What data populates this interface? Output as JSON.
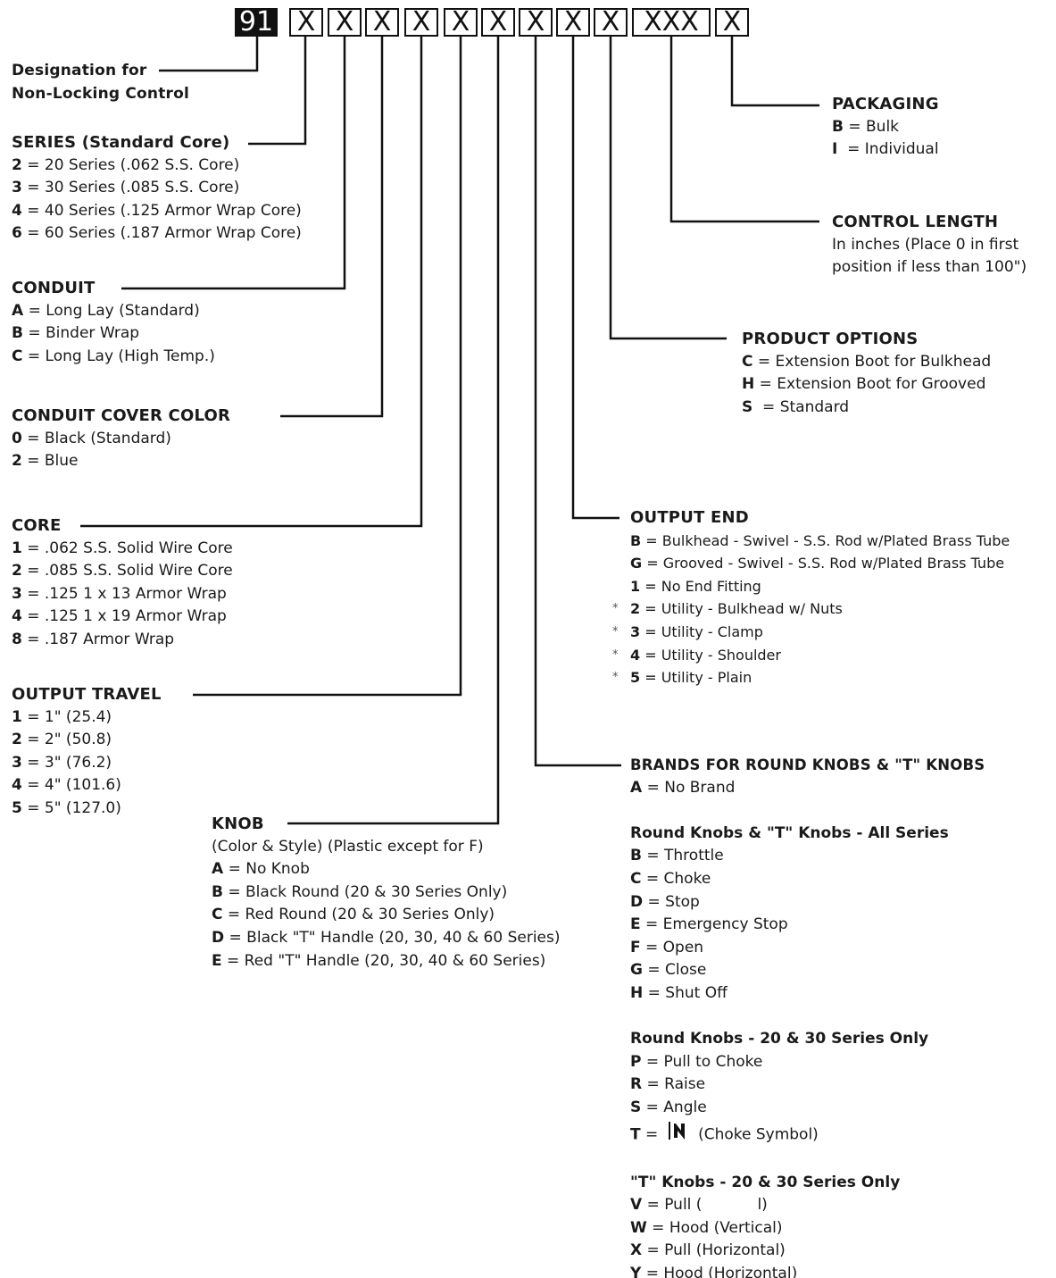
{
  "code_boxes": [
    {
      "label": "91",
      "dark": true
    },
    {
      "label": "X"
    },
    {
      "label": "X"
    },
    {
      "label": "X"
    },
    {
      "label": "X"
    },
    {
      "label": "X"
    },
    {
      "label": "X"
    },
    {
      "label": "X"
    },
    {
      "label": "X"
    },
    {
      "label": "X"
    },
    {
      "label": "XXX"
    },
    {
      "label": "X"
    }
  ],
  "designation": {
    "line1": "Designation for",
    "line2": "Non-Locking Control"
  },
  "series": {
    "title": "SERIES (Standard Core)",
    "items": [
      {
        "code": "2",
        "text": " = 20 Series (.062 S.S. Core)"
      },
      {
        "code": "3",
        "text": " = 30 Series (.085 S.S. Core)"
      },
      {
        "code": "4",
        "text": " = 40 Series (.125 Armor Wrap Core)"
      },
      {
        "code": "6",
        "text": " = 60 Series (.187 Armor Wrap Core)"
      }
    ]
  },
  "conduit": {
    "title": "CONDUIT",
    "items": [
      {
        "code": "A",
        "text": " = Long Lay (Standard)"
      },
      {
        "code": "B",
        "text": " = Binder Wrap"
      },
      {
        "code": "C",
        "text": " = Long Lay (High Temp.)"
      }
    ]
  },
  "conduit_cover": {
    "title": "CONDUIT COVER COLOR",
    "items": [
      {
        "code": "0",
        "text": " = Black (Standard)"
      },
      {
        "code": "2",
        "text": " = Blue"
      }
    ]
  },
  "core": {
    "title": "CORE",
    "items": [
      {
        "code": "1",
        "text": " = .062 S.S. Solid Wire Core"
      },
      {
        "code": "2",
        "text": " = .085 S.S. Solid Wire Core"
      },
      {
        "code": "3",
        "text": " = .125 1 x 13 Armor Wrap"
      },
      {
        "code": "4",
        "text": " = .125 1 x 19 Armor Wrap"
      },
      {
        "code": "8",
        "text": " = .187 Armor Wrap"
      }
    ]
  },
  "output_travel": {
    "title": "OUTPUT TRAVEL",
    "items": [
      {
        "code": "1",
        "text": " = 1\" (25.4)"
      },
      {
        "code": "2",
        "text": " = 2\" (50.8)"
      },
      {
        "code": "3",
        "text": " = 3\" (76.2)"
      },
      {
        "code": "4",
        "text": " = 4\" (101.6)"
      },
      {
        "code": "5",
        "text": " = 5\" (127.0)"
      }
    ]
  },
  "knob": {
    "title": "KNOB",
    "subtitle": "(Color & Style) (Plastic except for F)",
    "items": [
      {
        "code": "A",
        "text": " = No Knob"
      },
      {
        "code": "B",
        "text": " = Black Round (20 & 30 Series Only)"
      },
      {
        "code": "C",
        "text": " = Red Round (20 & 30 Series Only)"
      },
      {
        "code": "D",
        "text": " = Black \"T\" Handle (20, 30, 40 & 60 Series)"
      },
      {
        "code": "E",
        "text": " = Red \"T\" Handle (20, 30, 40 & 60 Series)"
      }
    ]
  },
  "packaging": {
    "title": "PACKAGING",
    "items": [
      {
        "code": "B",
        "text": " = Bulk"
      },
      {
        "code": "I",
        "text": "  = Individual"
      }
    ]
  },
  "control_length": {
    "title": "CONTROL LENGTH",
    "line1": "In inches (Place 0 in first",
    "line2": "position if less than 100\")"
  },
  "product_options": {
    "title": "PRODUCT OPTIONS",
    "items": [
      {
        "code": "C",
        "text": " = Extension Boot for Bulkhead"
      },
      {
        "code": "H",
        "text": " = Extension Boot for Grooved"
      },
      {
        "code": "S",
        "text": "  = Standard"
      }
    ]
  },
  "output_end": {
    "title": "OUTPUT END",
    "items": [
      {
        "code": "B",
        "text": " = Bulkhead - Swivel - S.S. Rod w/Plated Brass Tube"
      },
      {
        "code": "G",
        "text": " = Grooved - Swivel - S.S. Rod w/Plated Brass Tube"
      },
      {
        "code": "1",
        "text": " = No End Fitting"
      },
      {
        "star": "*",
        "code": "2",
        "text": " = Utility - Bulkhead w/ Nuts"
      },
      {
        "star": "*",
        "code": "3",
        "text": " = Utility - Clamp"
      },
      {
        "star": "*",
        "code": "4",
        "text": " = Utility - Shoulder"
      },
      {
        "star": "*",
        "code": "5",
        "text": " = Utility - Plain"
      }
    ]
  },
  "brands": {
    "title": "BRANDS FOR ROUND KNOBS & \"T\" KNOBS",
    "item_a": {
      "code": "A",
      "text": " = No Brand"
    },
    "group1": {
      "title": "Round Knobs & \"T\" Knobs - All Series",
      "items": [
        {
          "code": "B",
          "text": " = Throttle"
        },
        {
          "code": "C",
          "text": " = Choke"
        },
        {
          "code": "D",
          "text": " = Stop"
        },
        {
          "code": "E",
          "text": " = Emergency Stop"
        },
        {
          "code": "F",
          "text": " = Open"
        },
        {
          "code": "G",
          "text": " = Close"
        },
        {
          "code": "H",
          "text": " = Shut Off"
        }
      ]
    },
    "group2": {
      "title": "Round Knobs - 20 & 30 Series Only",
      "items": [
        {
          "code": "P",
          "text": " = Pull to Choke"
        },
        {
          "code": "R",
          "text": " = Raise"
        },
        {
          "code": "S",
          "text": " = Angle"
        }
      ],
      "t_item": {
        "code": "T",
        "eq": " = ",
        "text": " (Choke Symbol)",
        "icon": "choke-symbol-icon"
      }
    },
    "group3": {
      "title": "\"T\" Knobs - 20 & 30 Series Only",
      "v_item": {
        "code": "V",
        "text": " = Pull (",
        "tail": "l)"
      },
      "items": [
        {
          "code": "W",
          "text": " = Hood (Vertical)"
        },
        {
          "code": "X",
          "text": " = Pull (Horizontal)"
        },
        {
          "code": "Y",
          "text": " = Hood (Horizontal)"
        }
      ]
    }
  }
}
